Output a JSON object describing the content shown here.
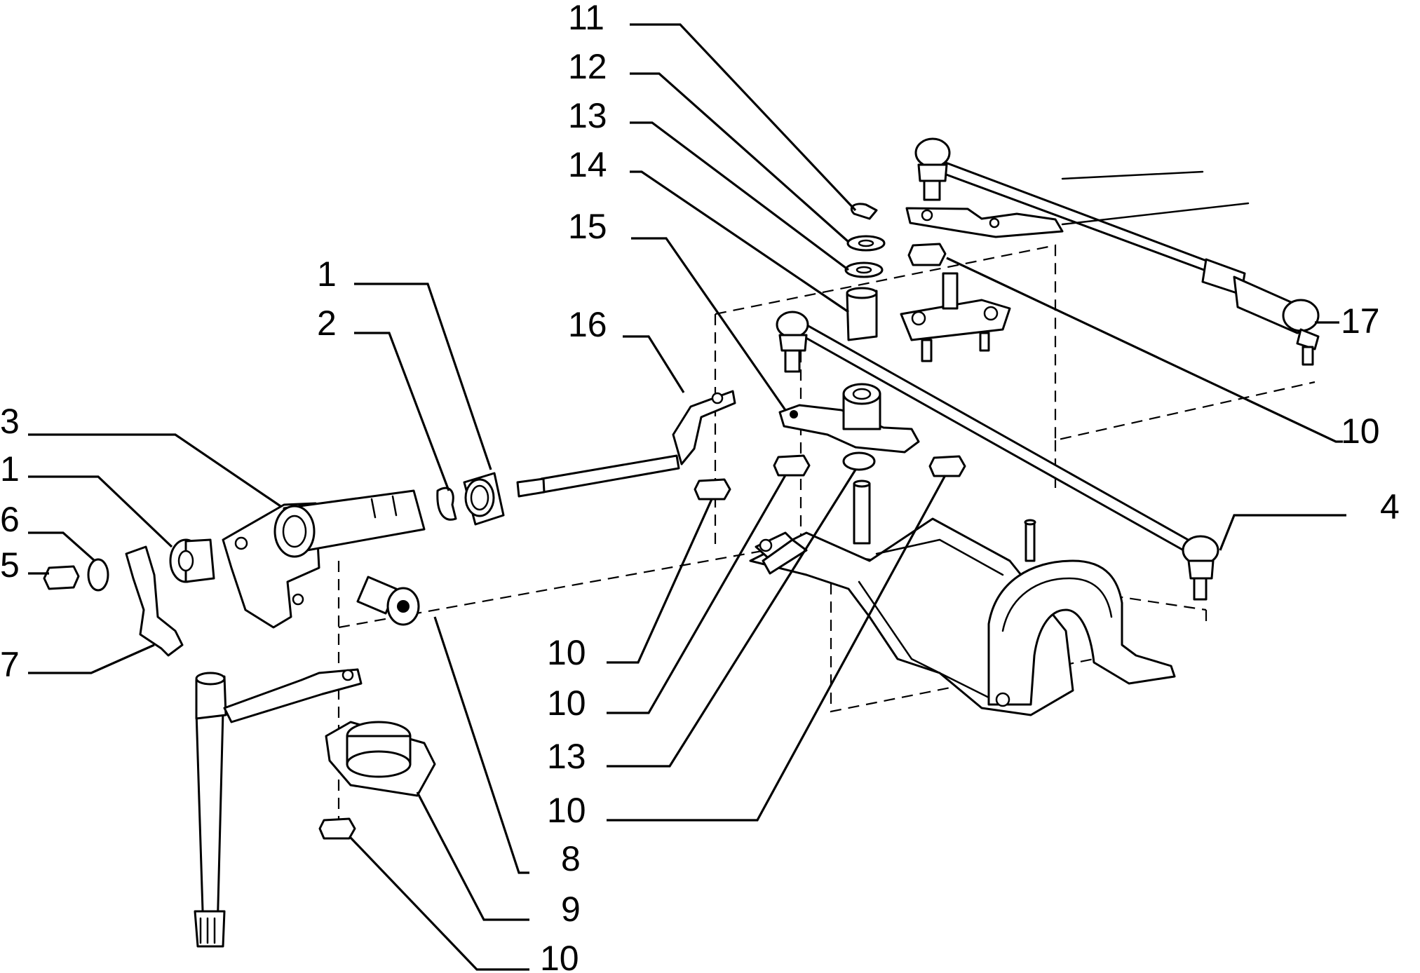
{
  "diagram": {
    "callouts": [
      {
        "id": "c11",
        "label": "11"
      },
      {
        "id": "c12",
        "label": "12"
      },
      {
        "id": "c13a",
        "label": "13"
      },
      {
        "id": "c14",
        "label": "14"
      },
      {
        "id": "c15",
        "label": "15"
      },
      {
        "id": "c16",
        "label": "16"
      },
      {
        "id": "c1a",
        "label": "1"
      },
      {
        "id": "c2",
        "label": "2"
      },
      {
        "id": "c3",
        "label": "3"
      },
      {
        "id": "c1b",
        "label": "1"
      },
      {
        "id": "c6",
        "label": "6"
      },
      {
        "id": "c5",
        "label": "5"
      },
      {
        "id": "c7",
        "label": "7"
      },
      {
        "id": "c17",
        "label": "17"
      },
      {
        "id": "c10a",
        "label": "10"
      },
      {
        "id": "c4",
        "label": "4"
      },
      {
        "id": "c10b",
        "label": "10"
      },
      {
        "id": "c10c",
        "label": "10"
      },
      {
        "id": "c13b",
        "label": "13"
      },
      {
        "id": "c10d",
        "label": "10"
      },
      {
        "id": "c8",
        "label": "8"
      },
      {
        "id": "c9",
        "label": "9"
      },
      {
        "id": "c10e",
        "label": "10"
      }
    ]
  }
}
